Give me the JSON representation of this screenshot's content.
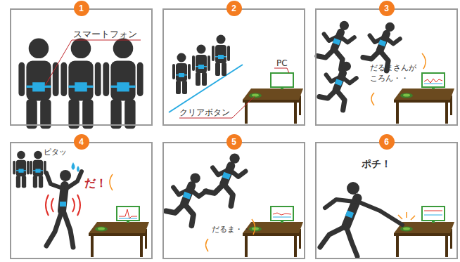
{
  "diagram": {
    "nodes": [
      {
        "text": [
          "スマートフォン"
        ]
      },
      {
        "text": [
          "1"
        ],
        "in": 0
      },
      {
        "text": [
          "PC",
          "クリアボタン"
        ]
      },
      {
        "text": [
          "2"
        ],
        "in": 2
      },
      {
        "text": [
          "だるまさんが ころん・・"
        ]
      },
      {
        "text": [
          "3"
        ],
        "in": 4
      },
      {
        "text": [
          "ピタッ",
          "だ！"
        ]
      },
      {
        "text": [
          "4"
        ],
        "in": 6
      },
      {
        "text": [
          "だるま・・"
        ]
      },
      {
        "text": [
          "5"
        ],
        "in": 8
      },
      {
        "text": [
          "ポチ！"
        ]
      },
      {
        "text": [
          "6"
        ],
        "in": 10
      }
    ]
  }
}
